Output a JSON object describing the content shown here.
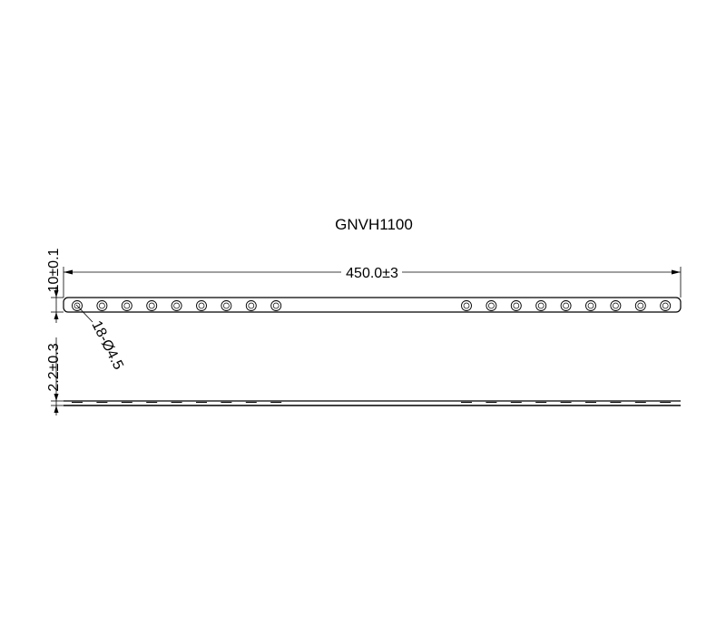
{
  "drawing": {
    "part_number": "GNVH1100",
    "length_dimension": "450.0±3",
    "width_dimension": "10±0.1",
    "thickness_dimension": "2.2±0.3",
    "hole_callout": "18-Ø4.5"
  },
  "holes": {
    "count": 18,
    "left_group_count": 9,
    "right_group_count": 9
  },
  "colors": {
    "line": "#000000",
    "background": "#ffffff"
  }
}
